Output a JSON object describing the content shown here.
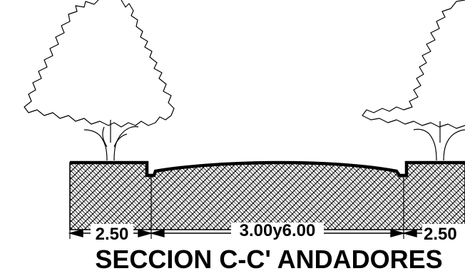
{
  "drawing": {
    "title": "SECCION C-C' ANDADORES",
    "dimensions": {
      "left_sidewalk": "2.50",
      "roadway": "3.00y6.00",
      "right_sidewalk": "2.50"
    }
  }
}
